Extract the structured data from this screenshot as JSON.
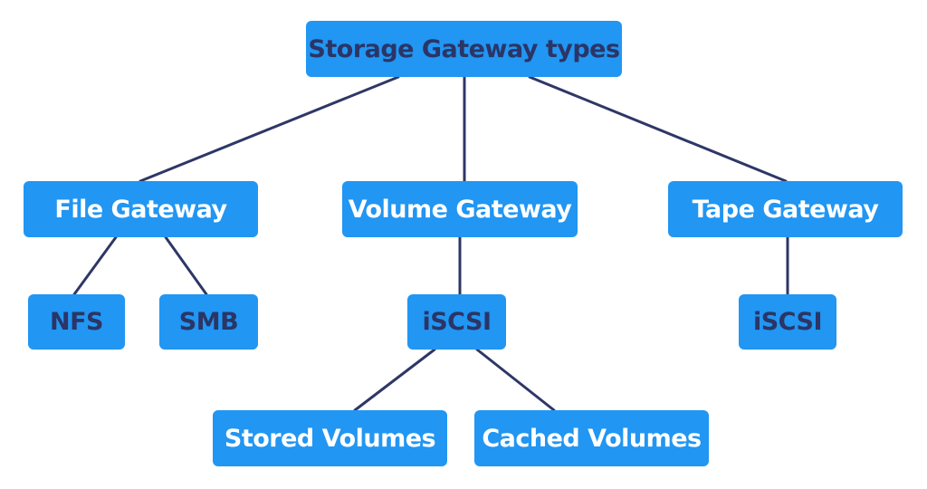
{
  "diagram": {
    "title": "Storage Gateway types",
    "nodes": {
      "root": "Storage Gateway types",
      "file_gateway": "File Gateway",
      "volume_gateway": "Volume Gateway",
      "tape_gateway": "Tape Gateway",
      "nfs": "NFS",
      "smb": "SMB",
      "volume_iscsi": "iSCSI",
      "tape_iscsi": "iSCSI",
      "stored_volumes": "Stored Volumes",
      "cached_volumes": "Cached Volumes"
    },
    "edges": [
      {
        "from": "root",
        "to": "file_gateway"
      },
      {
        "from": "root",
        "to": "volume_gateway"
      },
      {
        "from": "root",
        "to": "tape_gateway"
      },
      {
        "from": "file_gateway",
        "to": "nfs"
      },
      {
        "from": "file_gateway",
        "to": "smb"
      },
      {
        "from": "volume_gateway",
        "to": "volume_iscsi"
      },
      {
        "from": "tape_gateway",
        "to": "tape_iscsi"
      },
      {
        "from": "volume_iscsi",
        "to": "stored_volumes"
      },
      {
        "from": "volume_iscsi",
        "to": "cached_volumes"
      }
    ],
    "colors": {
      "node_fill": "#2196f3",
      "edge": "#2e3766",
      "dark_text": "#2b3566",
      "light_text": "#ffffff"
    }
  }
}
